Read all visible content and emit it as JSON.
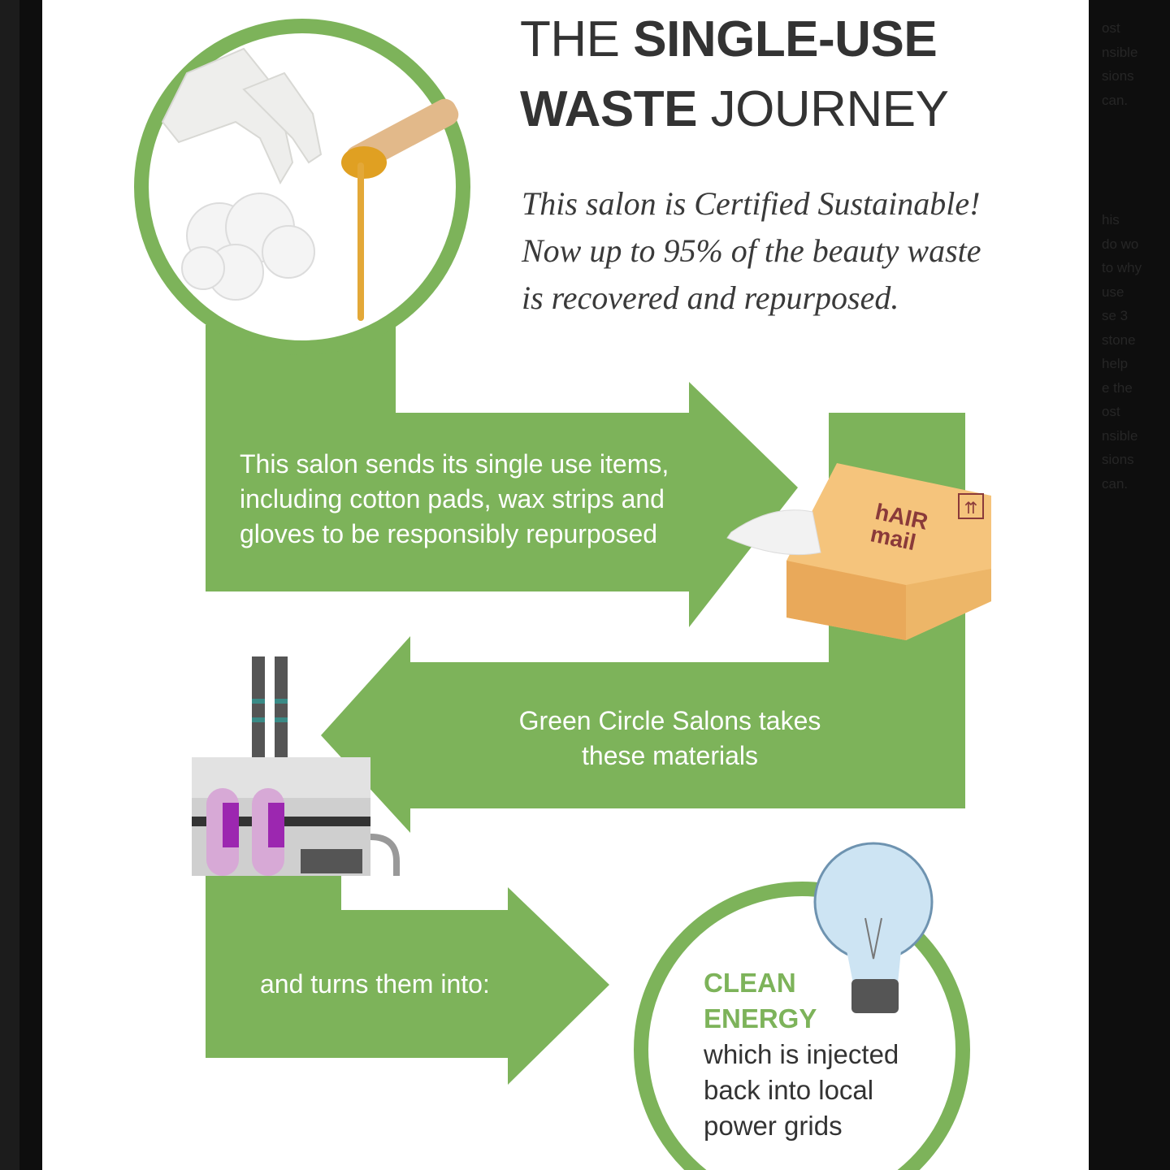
{
  "title": {
    "line1_light": "THE ",
    "line1_bold": "SINGLE-USE",
    "line2_bold": "WASTE",
    "line2_light": " JOURNEY"
  },
  "subtitle": [
    "This salon is Certified Sustainable!",
    "Now up to 95% of the beauty waste",
    "is recovered and repurposed."
  ],
  "step1": [
    "This salon sends its single use items,",
    "including cotton pads, wax strips and",
    "gloves to be responsibly repurposed"
  ],
  "box_label": [
    "hAIR",
    "mail"
  ],
  "step2": [
    "Green Circle Salons takes",
    "these materials"
  ],
  "step3": "and turns them into:",
  "result": {
    "highlight": [
      "CLEAN",
      "ENERGY"
    ],
    "text": [
      "which is injected",
      "back into local",
      "power grids"
    ]
  },
  "background_fragments": [
    "ost",
    "nsible",
    "sions",
    "can.",
    "",
    "",
    "",
    "",
    "his",
    "do wo",
    "to why",
    "use",
    "se 3",
    "stone",
    "help",
    "e the",
    "ost",
    "nsible",
    "sions",
    "can."
  ],
  "colors": {
    "green": "#7db35a",
    "text": "#333333"
  }
}
